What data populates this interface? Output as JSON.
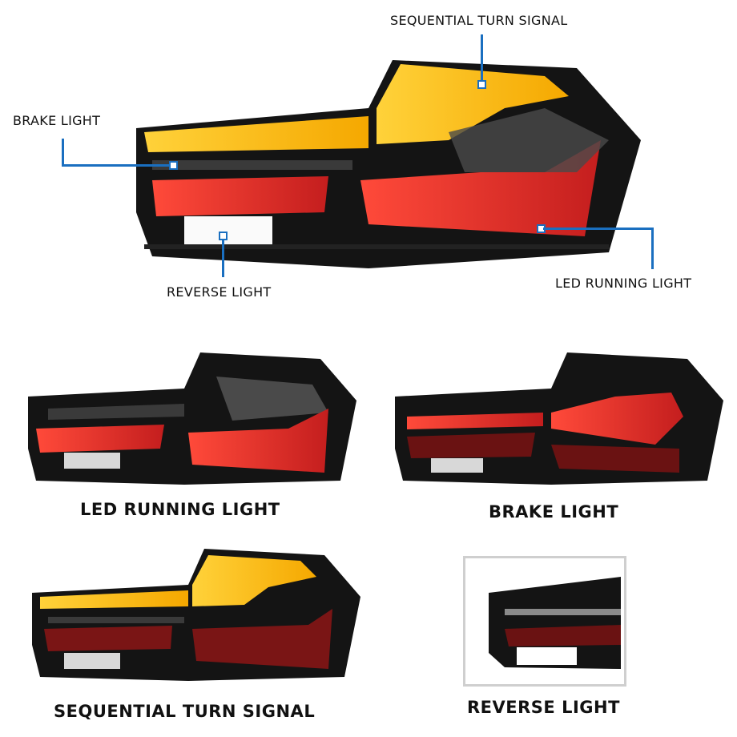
{
  "hero": {
    "callouts": [
      {
        "id": "sequential",
        "label": "SEQUENTIAL TURN SIGNAL"
      },
      {
        "id": "brake",
        "label": "BRAKE LIGHT"
      },
      {
        "id": "reverse",
        "label": "REVERSE LIGHT"
      },
      {
        "id": "running",
        "label": "LED RUNNING  LIGHT"
      }
    ],
    "line_color": "#1a6fc0"
  },
  "panels": [
    {
      "id": "running",
      "caption": "LED RUNNING LIGHT"
    },
    {
      "id": "brake",
      "caption": "BRAKE LIGHT"
    },
    {
      "id": "sequential",
      "caption": "SEQUENTIAL TURN SIGNAL"
    },
    {
      "id": "reverse",
      "caption": "REVERSE LIGHT"
    }
  ],
  "colors": {
    "housing": "#151515",
    "amber": "#f5b800",
    "red": "#e0302a",
    "white": "#ffffff"
  }
}
